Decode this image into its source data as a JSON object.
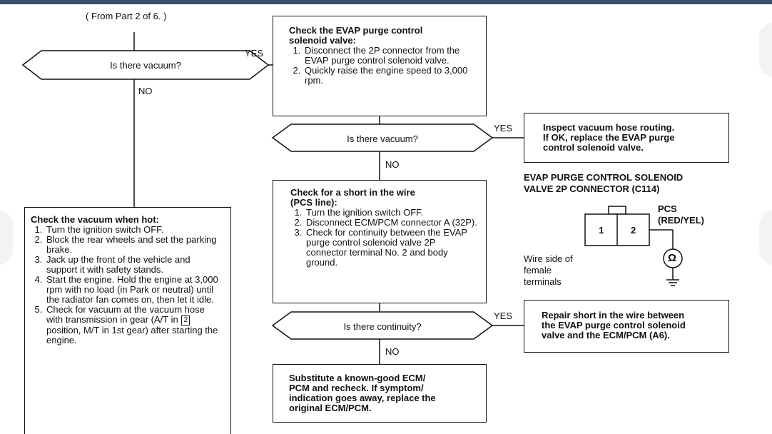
{
  "from_note": "( From Part 2 of 6. )",
  "decisions": {
    "q1": "Is there vacuum?",
    "q2": "Is there vacuum?",
    "q3": "Is there continuity?"
  },
  "labels": {
    "yes1": "YES",
    "no1": "NO",
    "yes2": "YES",
    "no2": "NO",
    "yes3": "YES",
    "no3": "NO"
  },
  "box_evap_check": {
    "heading": "Check the EVAP purge control\nsolenoid valve:",
    "steps": [
      "Disconnect the 2P connector from the EVAP purge control solenoid valve.",
      "Quickly raise the engine speed to 3,000 rpm."
    ]
  },
  "box_inspect": {
    "lines": [
      "Inspect vacuum hose routing.",
      "If OK, replace the EVAP purge",
      "control solenoid valve."
    ]
  },
  "box_short": {
    "heading": "Check for a short in the wire\n(PCS line):",
    "steps": [
      "Turn the ignition switch OFF.",
      "Disconnect ECM/PCM connector A (32P).",
      "Check for continuity between the EVAP purge control solenoid valve 2P connector terminal No. 2 and body ground."
    ]
  },
  "box_repair": {
    "lines": [
      "Repair short in the wire between",
      "the EVAP purge control solenoid",
      "valve and the ECM/PCM (A6)."
    ]
  },
  "box_substitute": {
    "lines": [
      "Substitute a known-good ECM/",
      "PCM and recheck. If symptom/",
      "indication goes away, replace the",
      "original ECM/PCM."
    ]
  },
  "box_hot": {
    "heading": "Check the vacuum when hot:",
    "step1": "Turn the ignition switch OFF.",
    "step2": "Block the rear wheels and set the parking brake.",
    "step3": "Jack up the front of the vehicle and support it with safety stands.",
    "step4": "Start the engine. Hold the engine at 3,000 rpm with no load (in Park or neutral) until the radiator fan comes on, then let it idle.",
    "step5_a": "Check for vacuum at the vacuum hose with transmission in gear (A/T in",
    "step5_box": "2",
    "step5_b": "position, M/T in 1st gear) after starting the engine."
  },
  "connector": {
    "title_line1": "EVAP PURGE CONTROL SOLENOID",
    "title_line2": "VALVE 2P CONNECTOR (C114)",
    "pin1": "1",
    "pin2": "2",
    "pcs_label": "PCS",
    "pcs_color": "(RED/YEL)",
    "ohm_symbol": "Ω",
    "wire_side": [
      "Wire side of",
      "female",
      "terminals"
    ]
  }
}
